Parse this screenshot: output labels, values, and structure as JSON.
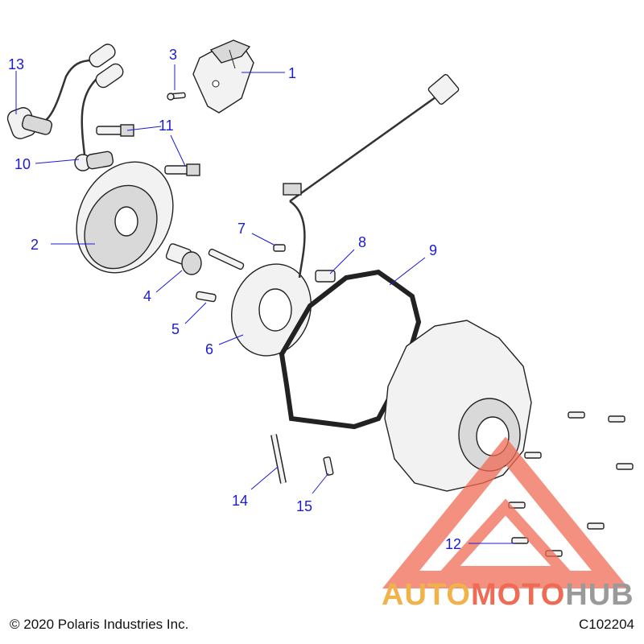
{
  "diagram": {
    "callouts": [
      "1",
      "2",
      "3",
      "4",
      "5",
      "6",
      "7",
      "8",
      "9",
      "10",
      "11",
      "12",
      "13",
      "14",
      "15"
    ]
  },
  "footer": {
    "copyright": "© 2020 Polaris Industries Inc.",
    "figure_code": "C102204"
  },
  "watermark": {
    "part1": "AUTO",
    "part2": "MOTO",
    "part3": "HUB",
    "colors": {
      "auto": "#f2b24a",
      "moto": "#ef6b55",
      "hub": "#9a9a9a",
      "triangle": "#ef6b55"
    }
  },
  "colors": {
    "callout": "#1b1bd6",
    "line": "#222222"
  }
}
